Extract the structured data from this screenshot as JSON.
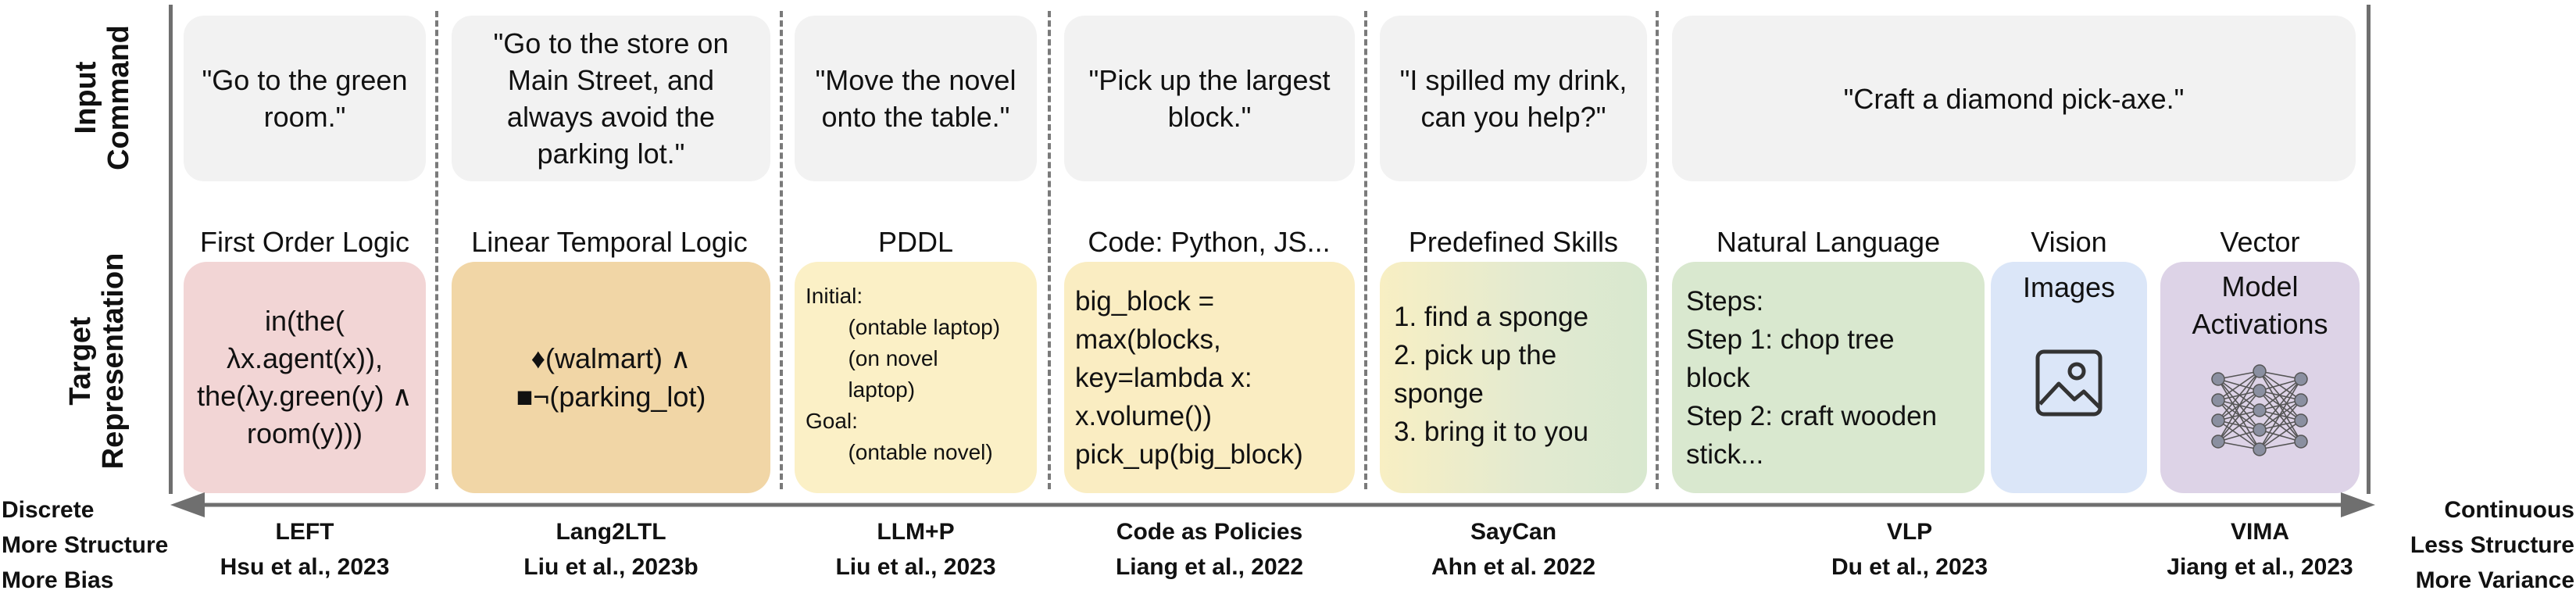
{
  "row_labels": {
    "input": "Input\nCommand",
    "target": "Target\nRepresentation"
  },
  "commands": [
    "\"Go to the green\nroom.\"",
    "\"Go to the store on\nMain Street, and\nalways avoid the\nparking lot.\"",
    "\"Move the novel\nonto the table.\"",
    "\"Pick up the largest\nblock.\"",
    "\"I spilled my drink,\ncan you help?\"",
    "\"Craft a diamond pick-axe.\""
  ],
  "columns": [
    {
      "header": "First Order Logic",
      "content": "in(the(\nλx.agent(x)),\nthe(λy.green(y) ∧\nroom(y)))",
      "color": "#f2d5d5"
    },
    {
      "header": "Linear Temporal Logic",
      "content": "♦(walmart) ∧\n■¬(parking_lot)",
      "color": "#f1d6a6"
    },
    {
      "header": "PDDL",
      "content": "Initial:\n       (ontable laptop)\n       (on novel\n       laptop)\nGoal:\n       (ontable novel)",
      "color": "#fbf0c6"
    },
    {
      "header": "Code: Python, JS...",
      "content": "big_block =\nmax(blocks,\nkey=lambda x:\nx.volume())\npick_up(big_block)",
      "color": "#faedc2"
    },
    {
      "header": "Predefined Skills",
      "content": "1. find a sponge\n2. pick up the\nsponge\n3. bring it to you",
      "color": "#eaeccc"
    },
    {
      "header": "Natural Language",
      "content": "Steps:\nStep 1: chop tree\nblock\nStep 2: craft wooden\nstick...",
      "color": "#d9e8cf"
    },
    {
      "header": "Vision",
      "content": "Images",
      "color": "#dbe6f8"
    },
    {
      "header": "Vector",
      "content": "Model\nActivations",
      "color": "#ddd3e7"
    }
  ],
  "icons": {
    "vision": "image-icon",
    "vector": "neural-network-icon"
  },
  "axis": {
    "left": "Discrete\nMore Structure\nMore Bias",
    "right": "Continuous\nLess Structure\nMore Variance"
  },
  "citations": [
    "LEFT\nHsu et al., 2023",
    "Lang2LTL\nLiu et al., 2023b",
    "LLM+P\nLiu et al., 2023",
    "Code as Policies\nLiang et al., 2022",
    "SayCan\nAhn et al. 2022",
    "VLP\nDu et al., 2023",
    "VIMA\nJiang et al., 2023"
  ]
}
